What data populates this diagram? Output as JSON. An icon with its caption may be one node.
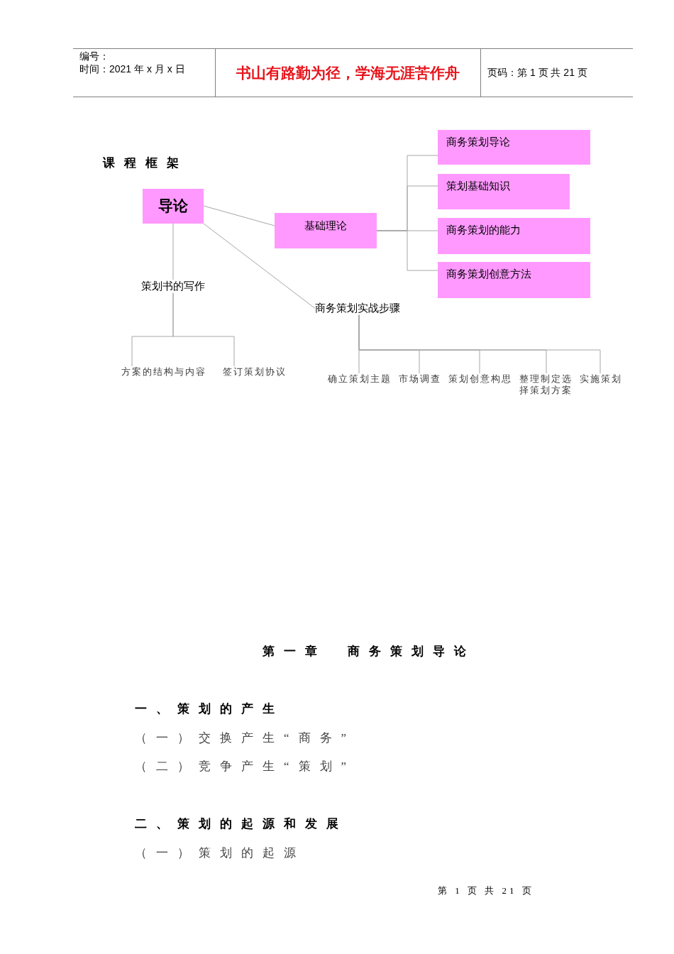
{
  "diagram": {
    "title": "课程框架",
    "nodes": [
      {
        "text": [
          "导论"
        ]
      },
      {
        "text": [
          "基础理论"
        ]
      },
      {
        "text": [
          "商务策划导论"
        ]
      },
      {
        "text": [
          "策划基础知识"
        ]
      },
      {
        "text": [
          "商务策划的能力"
        ]
      },
      {
        "text": [
          "商务策划创意方法"
        ]
      },
      {
        "text": [
          "策划书的写作"
        ]
      },
      {
        "text": [
          "商务策划实战步骤"
        ]
      },
      {
        "text": [
          "方案的结构与内容"
        ]
      },
      {
        "text": [
          "签订策划协议"
        ]
      },
      {
        "text": [
          "确立策划主题"
        ]
      },
      {
        "text": [
          "市场调查"
        ]
      },
      {
        "text": [
          "策划创意构思"
        ]
      },
      {
        "text": [
          "整理制定选择策划方案"
        ]
      },
      {
        "text": [
          "实施策划"
        ]
      }
    ],
    "edges": [
      {
        "from": 0,
        "to": 1,
        "arrow": "none"
      },
      {
        "from": 0,
        "to": 6,
        "arrow": "none"
      },
      {
        "from": 0,
        "to": 7,
        "arrow": "none"
      },
      {
        "from": 1,
        "to": 2,
        "arrow": "none"
      },
      {
        "from": 1,
        "to": 3,
        "arrow": "none"
      },
      {
        "from": 1,
        "to": 4,
        "arrow": "none"
      },
      {
        "from": 1,
        "to": 5,
        "arrow": "none"
      },
      {
        "from": 6,
        "to": 8,
        "arrow": "none"
      },
      {
        "from": 6,
        "to": 9,
        "arrow": "none"
      },
      {
        "from": 7,
        "to": 10,
        "arrow": "none"
      },
      {
        "from": 7,
        "to": 11,
        "arrow": "none"
      },
      {
        "from": 7,
        "to": 12,
        "arrow": "none"
      },
      {
        "from": 7,
        "to": 13,
        "arrow": "none"
      },
      {
        "from": 7,
        "to": 14,
        "arrow": "none"
      }
    ],
    "labels": [
      "编号：",
      "时间：2021 年 x 月 x 日",
      "书山有路勤为径，学海无涯苦作舟",
      "页码：第 1 页 共 21 页",
      "第一章　商务策划导论",
      "一、策划的产生",
      "（一）交换产生“商务”",
      "（二）竞争产生“策划”",
      "二、策划的起源和发展",
      "（一）策划的起源",
      "第 1 页 共 21 页"
    ]
  }
}
